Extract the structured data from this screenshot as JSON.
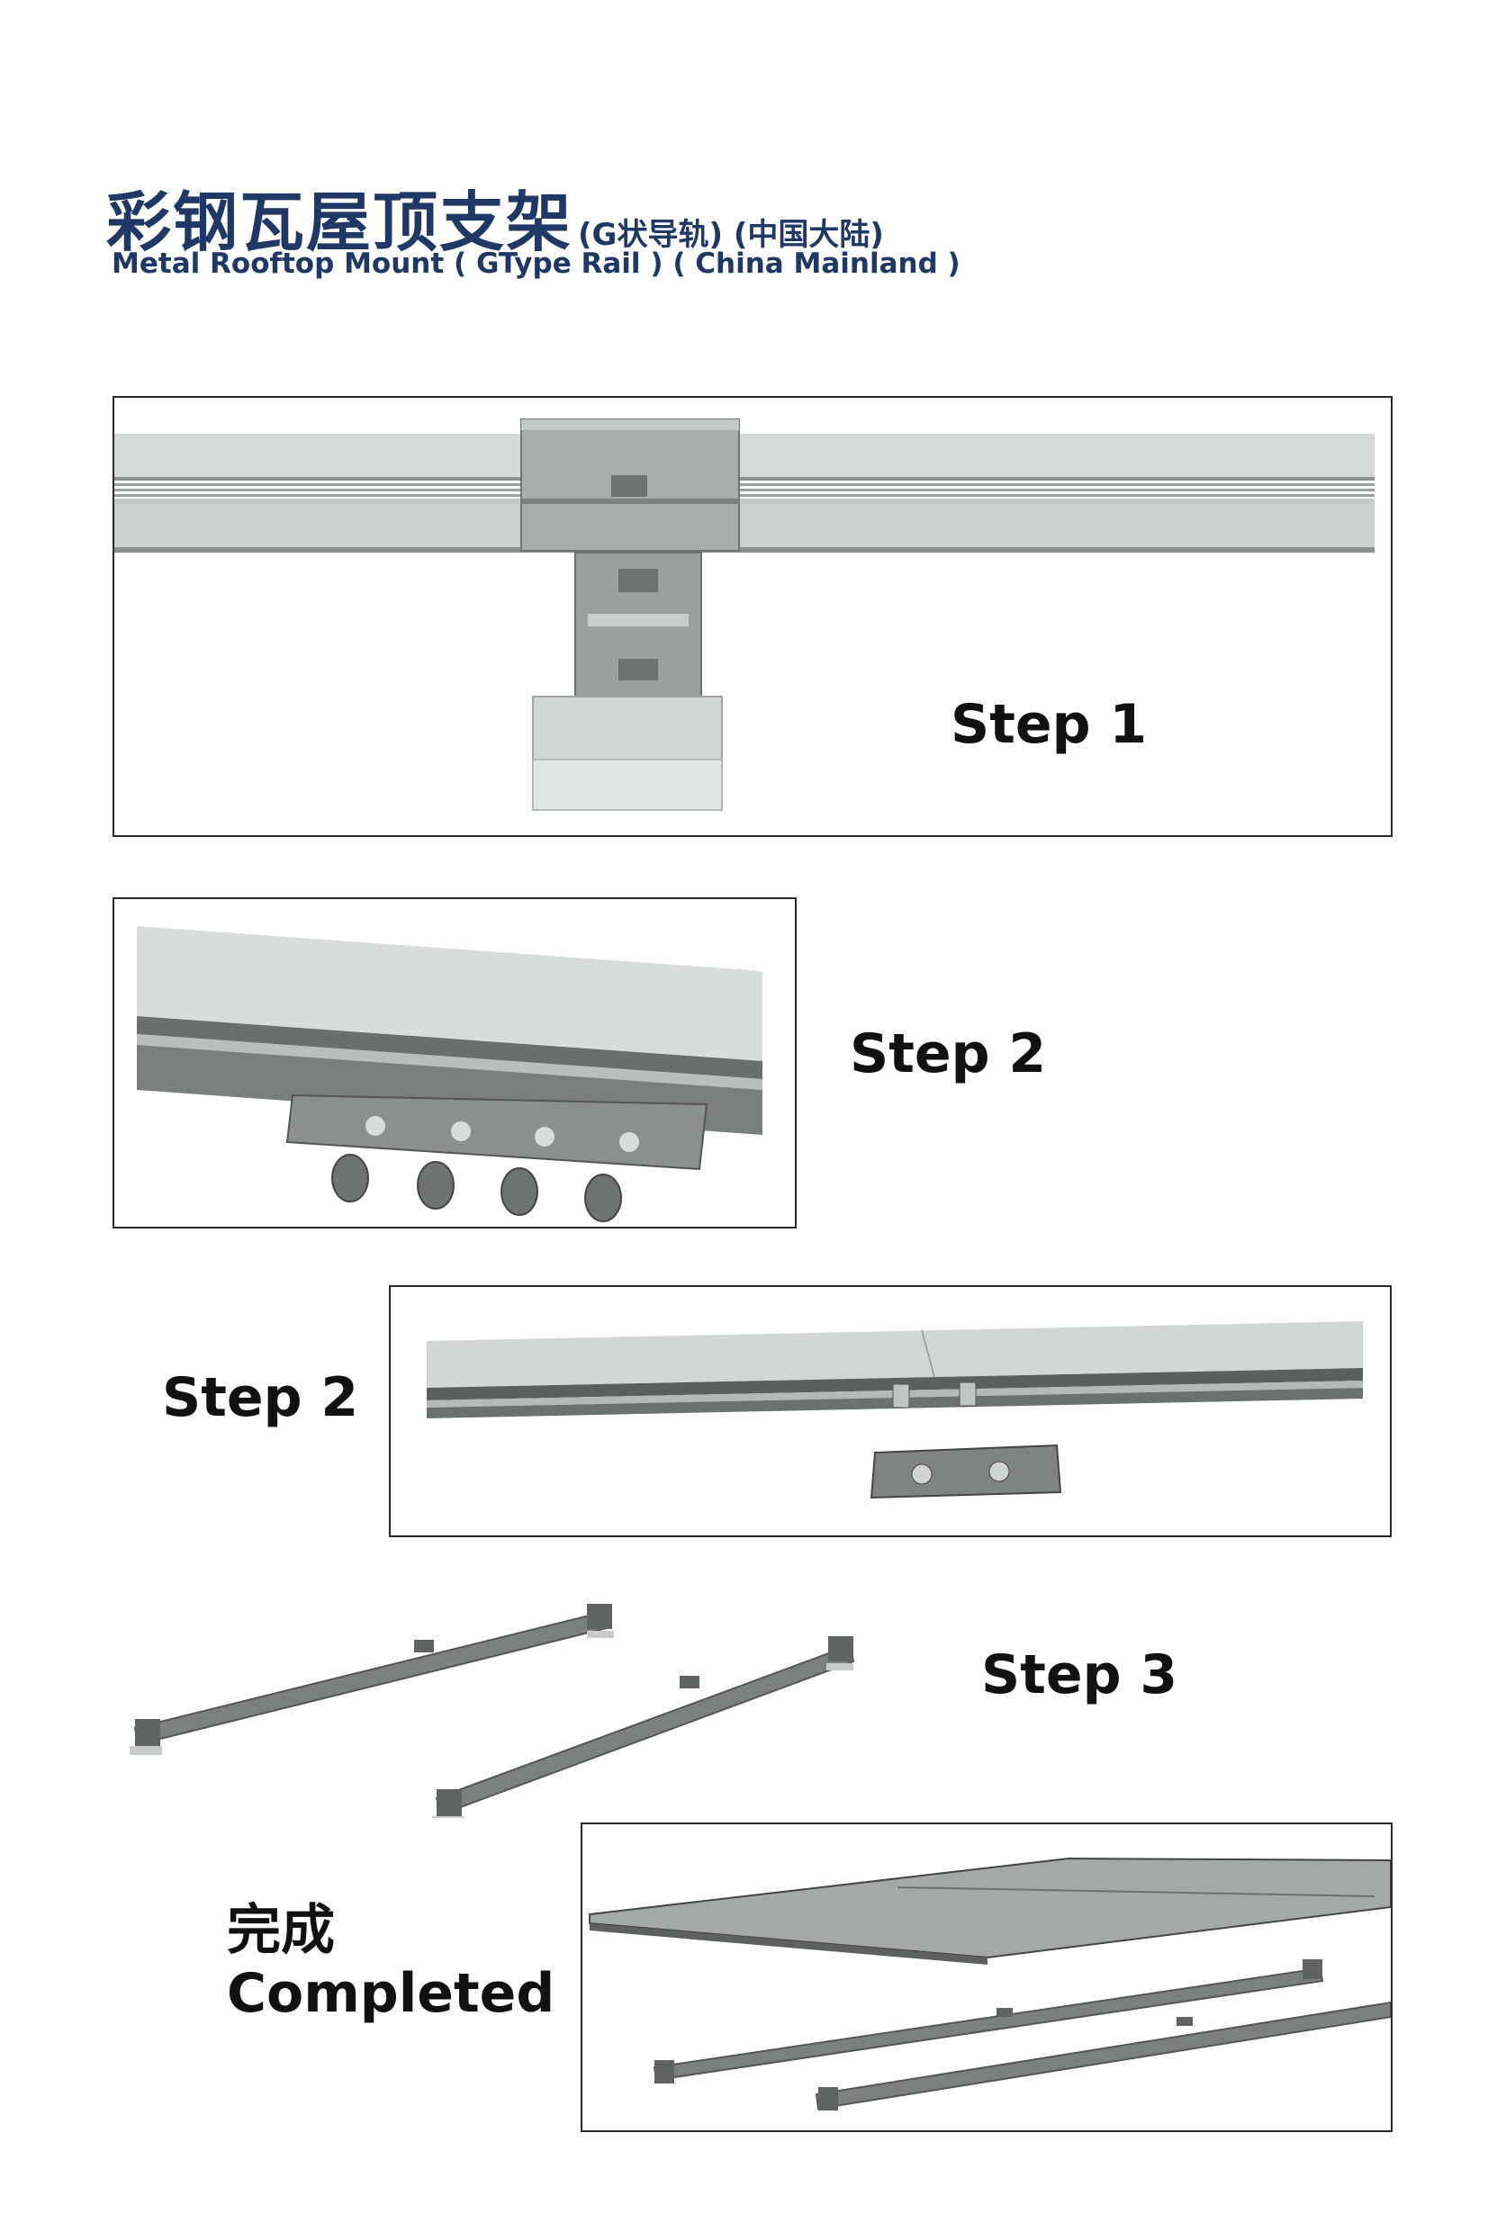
{
  "header": {
    "title_cn": "彩钢瓦屋顶支架",
    "title_cn_sub": "(G状导轨) (中国大陆)",
    "title_en": "Metal Rooftop Mount ( GType Rail ) ( China Mainland )"
  },
  "steps": {
    "step1": "Step 1",
    "step2a": "Step 2",
    "step2b": "Step 2",
    "step3": "Step 3",
    "completed_cn": "完成",
    "completed_en": "Completed"
  },
  "colors": {
    "title": "#1f3866",
    "rail_light": "#cfd3d3",
    "rail_dark": "#5f6263",
    "frame": "#2a2a2a"
  }
}
